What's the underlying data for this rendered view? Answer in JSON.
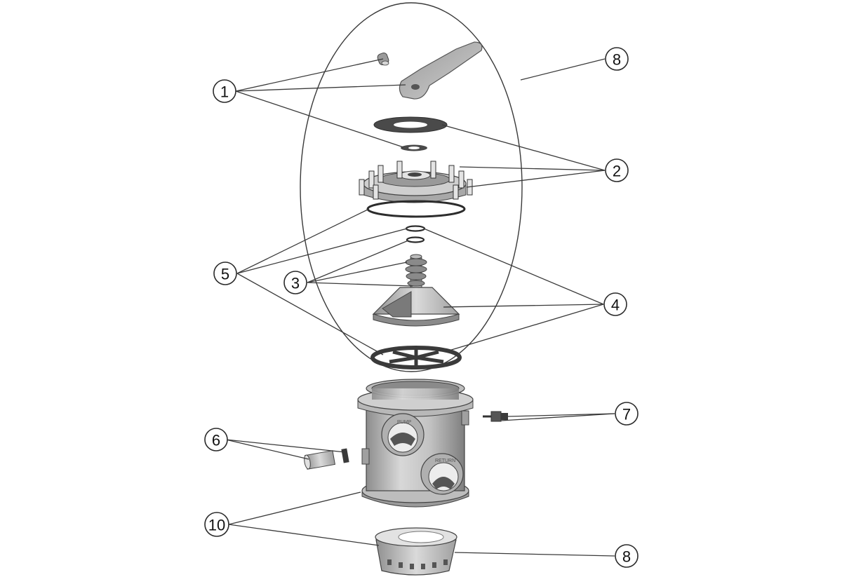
{
  "callouts": [
    {
      "id": "c1a",
      "label": "1"
    },
    {
      "id": "c8a",
      "label": "8"
    },
    {
      "id": "c2",
      "label": "2"
    },
    {
      "id": "c5",
      "label": "5"
    },
    {
      "id": "c3",
      "label": "3"
    },
    {
      "id": "c4",
      "label": "4"
    },
    {
      "id": "c7",
      "label": "7"
    },
    {
      "id": "c6",
      "label": "6"
    },
    {
      "id": "c10",
      "label": "10"
    },
    {
      "id": "c8b",
      "label": "8"
    }
  ],
  "parts": [
    {
      "name": "pin"
    },
    {
      "name": "handle"
    },
    {
      "name": "flat-gasket-large"
    },
    {
      "name": "flat-washer-small"
    },
    {
      "name": "valve-cover"
    },
    {
      "name": "cover-o-ring"
    },
    {
      "name": "small-o-ring-upper"
    },
    {
      "name": "small-o-ring-lower"
    },
    {
      "name": "rotor-spindle"
    },
    {
      "name": "rotor-disc"
    },
    {
      "name": "star-gasket"
    },
    {
      "name": "valve-body"
    },
    {
      "name": "drain-plug"
    },
    {
      "name": "sight-glass-fitting"
    },
    {
      "name": "base-adapter"
    },
    {
      "name": "cover-assembly-envelope"
    }
  ],
  "port_labels": {
    "pump": "PUMP",
    "return": "RETURN"
  },
  "colors": {
    "line": "#3a3a3a",
    "part_fill": "#c9c9c9",
    "part_dark": "#7a7a7a",
    "gasket": "#4a4a4a"
  }
}
